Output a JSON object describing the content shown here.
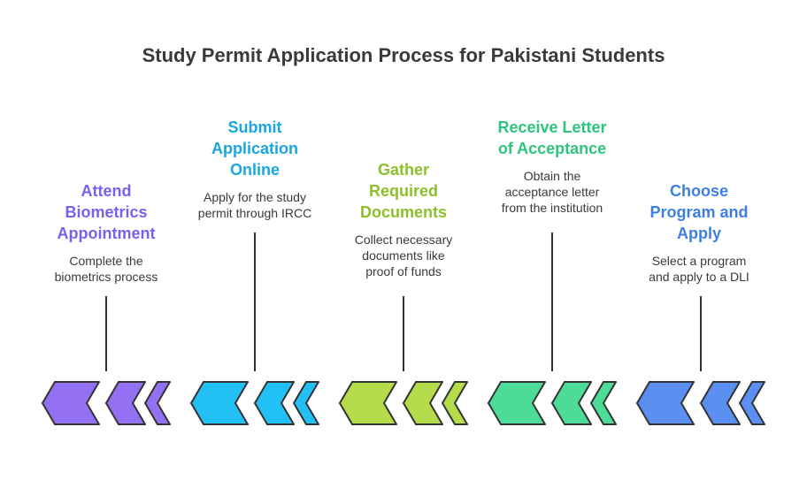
{
  "title": "Study Permit Application Process for Pakistani Students",
  "steps": [
    {
      "title_lines": [
        "Attend",
        "Biometrics",
        "Appointment"
      ],
      "desc_lines": [
        "Complete the",
        "biometrics process"
      ],
      "color": "#7b5ff0",
      "fill": "#9470f2"
    },
    {
      "title_lines": [
        "Submit",
        "Application",
        "Online"
      ],
      "desc_lines": [
        "Apply for the study",
        "permit through IRCC"
      ],
      "color": "#1aa7e0",
      "fill": "#22c0f5"
    },
    {
      "title_lines": [
        "Gather",
        "Required",
        "Documents"
      ],
      "desc_lines": [
        "Collect necessary",
        "documents like",
        "proof of funds"
      ],
      "color": "#8cbf2a",
      "fill": "#b4dc4a"
    },
    {
      "title_lines": [
        "Receive Letter",
        "of Acceptance"
      ],
      "desc_lines": [
        "Obtain the",
        "acceptance letter",
        "from the institution"
      ],
      "color": "#2ec47e",
      "fill": "#4ddc97"
    },
    {
      "title_lines": [
        "Choose",
        "Program and",
        "Apply"
      ],
      "desc_lines": [
        "Select a program",
        "and apply to a DLI"
      ],
      "color": "#3d7fe0",
      "fill": "#5b8ff0"
    }
  ]
}
